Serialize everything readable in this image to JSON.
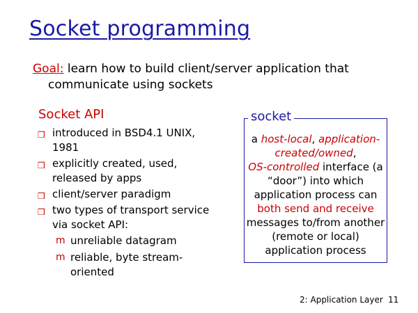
{
  "slide": {
    "title": "Socket programming",
    "goal_label": "Goal:",
    "goal_text_1": " learn how to build client/server application that",
    "goal_text_2": "communicate using sockets"
  },
  "api": {
    "heading": "Socket API",
    "bullets": [
      "introduced in BSD4.1 UNIX, 1981",
      "explicitly created, used, released by apps",
      "client/server paradigm",
      "two types of transport service via socket API:"
    ],
    "sub_bullets": [
      "unreliable datagram",
      "reliable, byte stream-oriented"
    ]
  },
  "socket_box": {
    "label": "socket",
    "t1": "a ",
    "t2": "host-local",
    "t3": ", ",
    "t4": "application-created/owned",
    "t5": ",",
    "t6": "OS-controlled",
    "t7": " interface (a “door”) into which application process can ",
    "t8": "both send and receive",
    "t9": " messages to/from another (remote or local) application process"
  },
  "footer": {
    "section": "2: Application Layer",
    "page": "11"
  },
  "colors": {
    "title_blue": "#1a1aa6",
    "accent_red": "#cc0000"
  },
  "icons": {
    "bullet": "box-bullet-icon",
    "sub_bullet": "m-bullet-icon"
  }
}
